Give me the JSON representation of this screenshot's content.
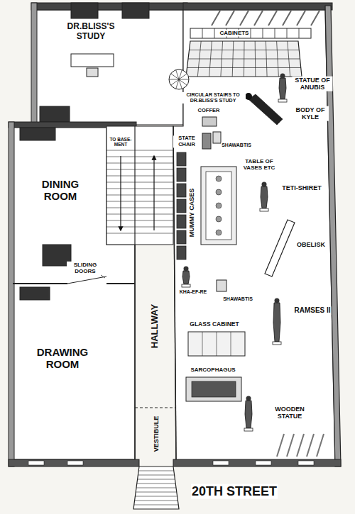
{
  "diagram": {
    "nodes": [
      {
        "text": [
          "DR.BLISS'S STUDY"
        ]
      },
      {
        "text": [
          "DINING ROOM"
        ]
      },
      {
        "text": [
          "DRAWING ROOM"
        ]
      },
      {
        "text": [
          "HALLWAY"
        ]
      },
      {
        "text": [
          "VESTIBULE"
        ]
      }
    ],
    "labels": [
      "CABINETS",
      "STATUE OF ANUBIS",
      "BODY OF KYLE",
      "COFFER",
      "STATE CHAIR",
      "SHAWABTIS",
      "TABLE OF VASES ETC",
      "TETI-SHIRET",
      "OBELISK",
      "MUMMY CASES",
      "KHA-EF-RE",
      "SHAWABTIS",
      "RAMSES II",
      "GLASS CABINET",
      "SARCOPHAGUS",
      "WOODEN STATUE",
      "20TH STREET",
      "CIRCULAR STAIRS TO DR.BLISS'S STUDY",
      "TO BASE-MENT",
      "SLIDING DOORS"
    ]
  }
}
